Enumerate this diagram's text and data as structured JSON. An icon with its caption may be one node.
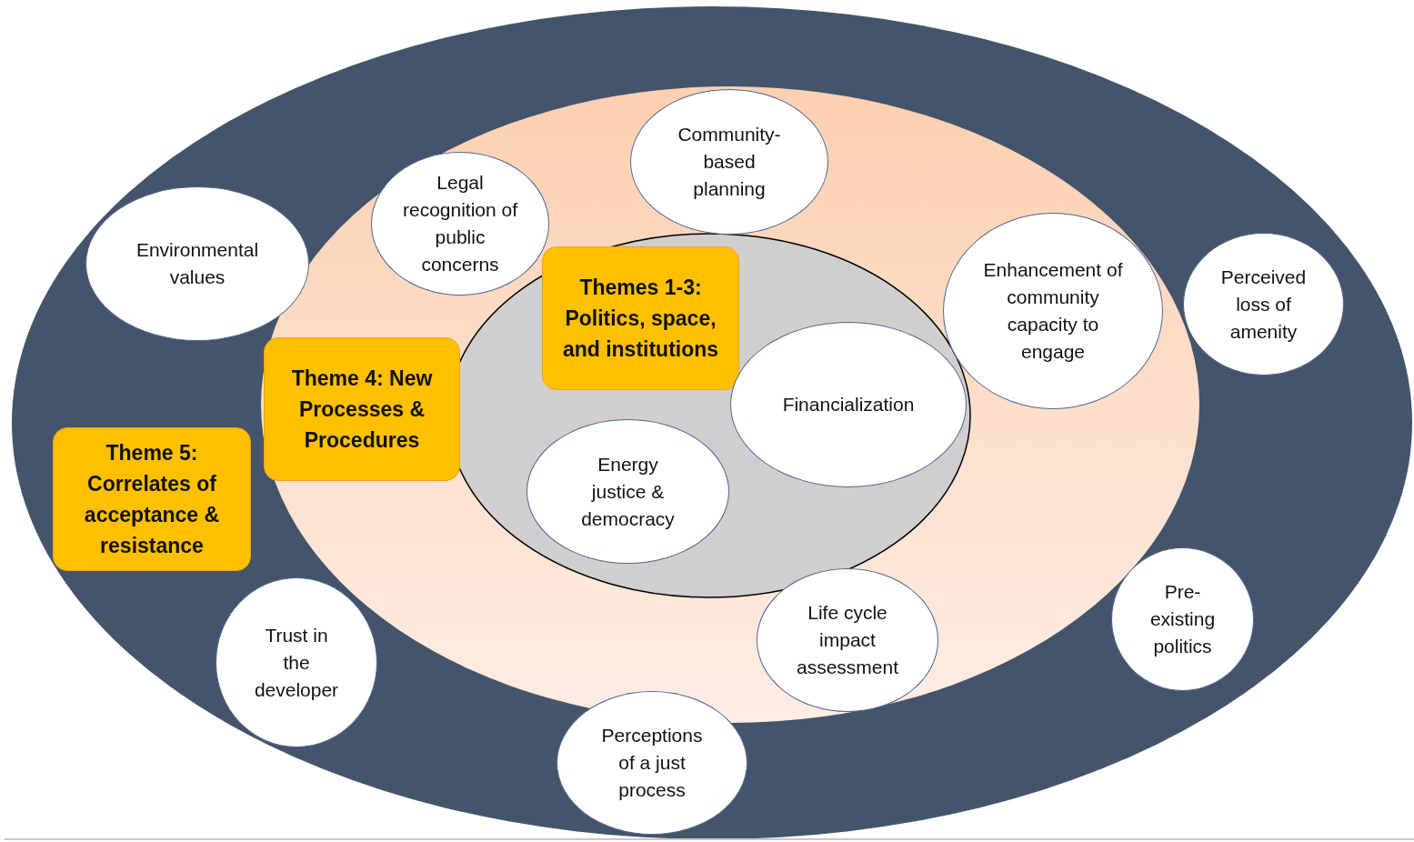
{
  "diagram": {
    "nodes": [
      {
        "text": [
          "Community-based planning"
        ]
      },
      {
        "text": [
          "Legal recognition of public concerns"
        ]
      },
      {
        "text": [
          "Environmental values"
        ]
      },
      {
        "text": [
          "Themes 1-3: Politics, space, and institutions"
        ]
      },
      {
        "text": [
          "Enhancement of community capacity to engage"
        ]
      },
      {
        "text": [
          "Perceived loss of amenity"
        ]
      },
      {
        "text": [
          "Theme 4: New Processes & Procedures"
        ]
      },
      {
        "text": [
          "Financialization"
        ]
      },
      {
        "text": [
          "Theme 5: Correlates of acceptance & resistance"
        ]
      },
      {
        "text": [
          "Energy justice & democracy"
        ]
      },
      {
        "text": [
          "Pre-existing politics"
        ]
      },
      {
        "text": [
          "Life cycle impact assessment"
        ]
      },
      {
        "text": [
          "Trust in the developer"
        ]
      },
      {
        "text": [
          "Perceptions of a just process"
        ]
      }
    ]
  }
}
